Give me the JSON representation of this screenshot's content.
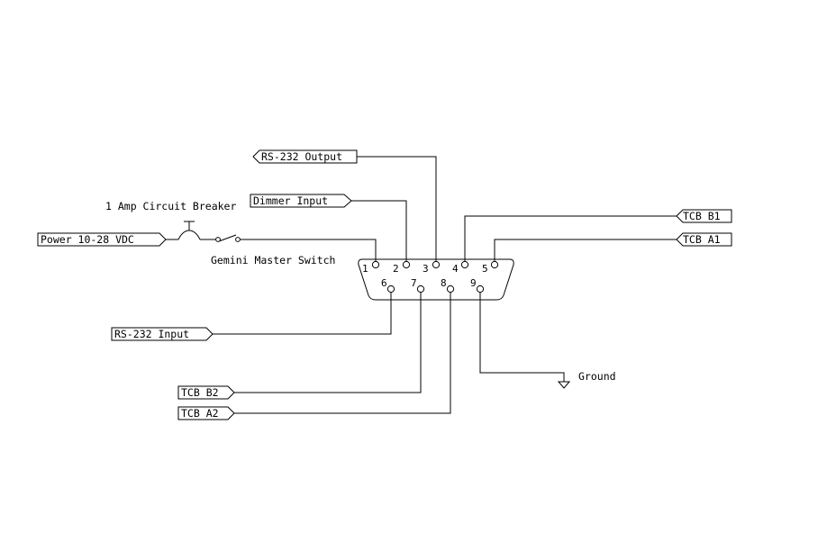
{
  "diagram": {
    "connector": {
      "pins": [
        "1",
        "2",
        "3",
        "4",
        "5",
        "6",
        "7",
        "8",
        "9"
      ]
    },
    "labels": {
      "rs232_output": "RS-232 Output",
      "dimmer_input": "Dimmer Input",
      "circuit_breaker": "1 Amp Circuit Breaker",
      "power": "Power 10-28 VDC",
      "master_switch": "Gemini Master Switch",
      "tcb_b1": "TCB B1",
      "tcb_a1": "TCB A1",
      "rs232_input": "RS-232 Input",
      "ground": "Ground",
      "tcb_b2": "TCB B2",
      "tcb_a2": "TCB A2"
    }
  }
}
